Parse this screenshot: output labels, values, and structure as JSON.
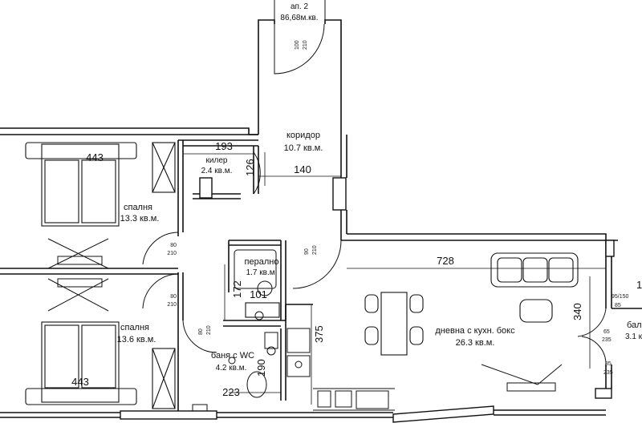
{
  "apartment": {
    "name": "ап. 2",
    "area": "86,68м.кв."
  },
  "rooms": {
    "corridor": {
      "name": "коридор",
      "area": "10.7 кв.м."
    },
    "pantry": {
      "name": "килер",
      "area": "2.4 кв.м."
    },
    "bedroom1": {
      "name": "спалня",
      "area": "13.3 кв.м."
    },
    "bedroom2": {
      "name": "спалня",
      "area": "13.6 кв.м."
    },
    "laundry": {
      "name": "перално",
      "area": "1.7 кв.м."
    },
    "bathroom": {
      "name": "баня с WC",
      "area": "4.2 кв.м."
    },
    "living": {
      "name": "дневна с кухн. бокс",
      "area": "26.3 кв.м."
    },
    "balcony": {
      "name": "бал",
      "area": "3.1 к"
    }
  },
  "dimensions": {
    "pantry_width": "193",
    "pantry_height": "126",
    "corridor_width": "140",
    "bed1_width": "443",
    "bed2_width": "443",
    "living_width": "728",
    "laundry_height": "172",
    "laundry_width": "101",
    "bath_height": "375",
    "bath_wc": "190",
    "bath_width": "223",
    "living_height": "340",
    "edge_right": "1"
  },
  "doors": {
    "entry": {
      "w": "100",
      "h": "210"
    },
    "bed1": {
      "w": "80",
      "h": "210"
    },
    "bed2": {
      "w": "80",
      "h": "210"
    },
    "bath": {
      "w": "80",
      "h": "210"
    },
    "corridor": {
      "w": "90",
      "h": "210"
    },
    "balcony1": {
      "w": "95/150",
      "h": "85"
    },
    "balcony2": {
      "w": "65",
      "h": "235"
    },
    "balcony3": {
      "w": "85",
      "h": "235"
    }
  }
}
